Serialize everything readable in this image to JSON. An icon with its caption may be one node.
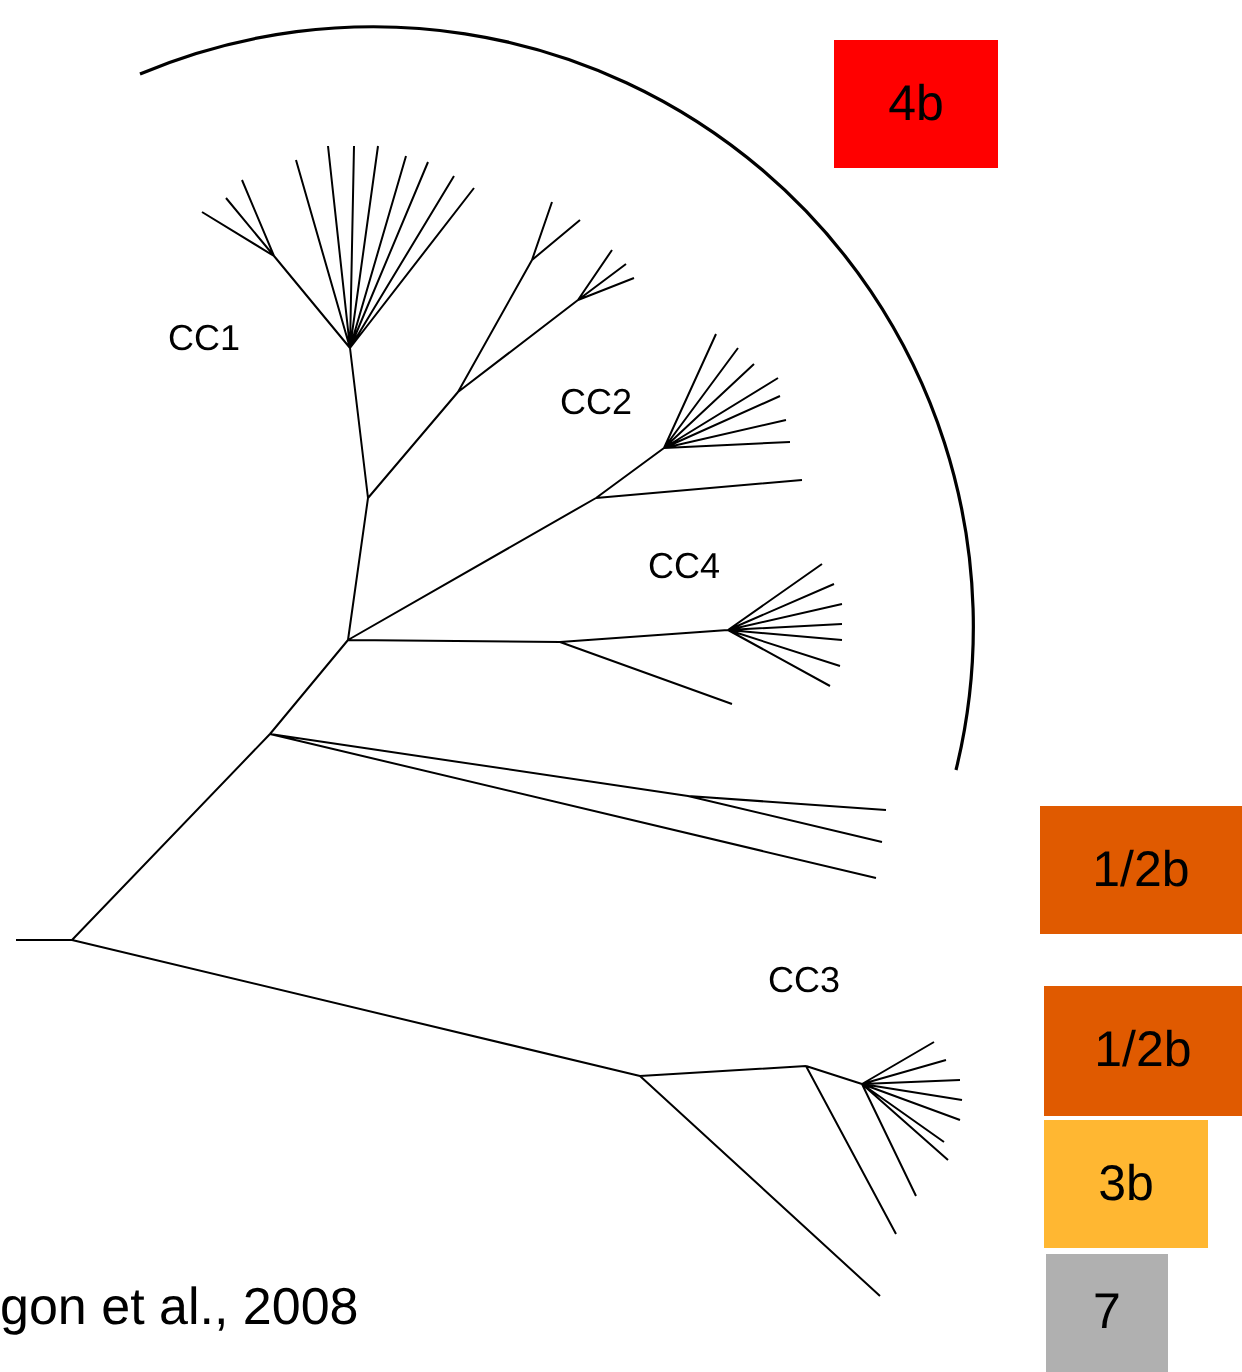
{
  "diagram": {
    "nodes": [
      {
        "text": [
          "4b"
        ]
      },
      {
        "text": [
          "1/2b"
        ]
      },
      {
        "text": [
          "1/2b"
        ]
      },
      {
        "text": [
          "3b"
        ]
      },
      {
        "text": [
          "7"
        ]
      }
    ],
    "labels": [
      "CC1",
      "CC2",
      "CC4",
      "CC3",
      "gon et al., 2008"
    ]
  }
}
